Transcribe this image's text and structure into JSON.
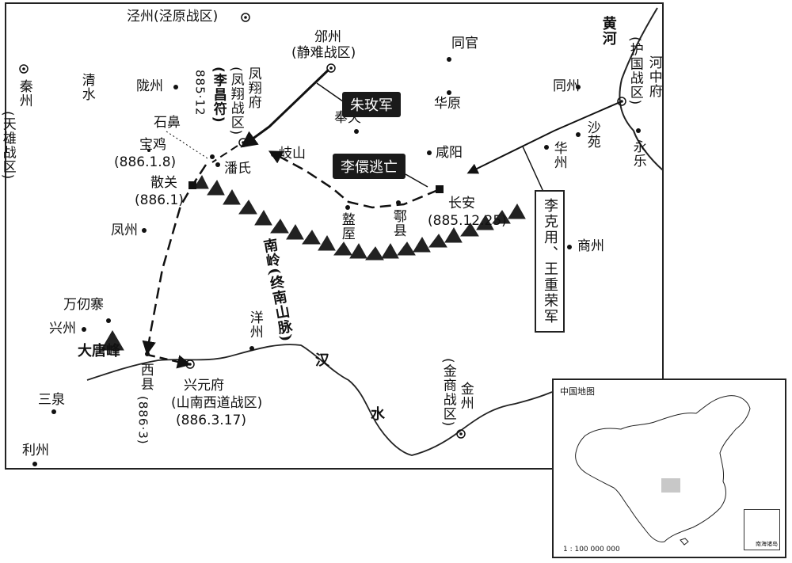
{
  "places": {
    "jingzhou": "泾州(泾原战区)",
    "binzhou_a": "邠州",
    "binzhou_b": "(静难战区)",
    "tongguan": "同官",
    "huayuan": "华原",
    "fengtian": "奉天",
    "xianyang": "咸阳",
    "qishan": "岐山",
    "tongzhou": "同州",
    "shayuan": "沙苑",
    "huazhou": "华州",
    "yongle": "永乐",
    "hezhong": "河中府",
    "huguo": "(护国战区)",
    "fengxiang": "凤翔府",
    "fengxiang_zone": "(凤翔战区)",
    "li_changfu": "(李昌符)",
    "li_changfu_date": "885·12",
    "longzhou": "陇州",
    "qingshui": "清水",
    "qinzhou": "秦州",
    "tianxiong": "(天雄战区)",
    "shibi": "石鼻",
    "baoji": "宝鸡",
    "baoji_date": "(886.1.8)",
    "panshi": "潘氏",
    "sanguan": "散关",
    "sanguan_date": "(886.1)",
    "changan": "长安",
    "changan_date": "(885.12.25)",
    "zhouzhi": "盩厔",
    "huxian": "鄠县",
    "fengzhou": "凤州",
    "shangzhou": "商州",
    "wanrenzhai": "万仞寨",
    "xingzhou": "兴州",
    "datangfeng": "大唐峰",
    "sanquan": "三泉",
    "lizhou": "利州",
    "xixian": "西县",
    "xixian_date": "(886·3)",
    "xingyuan": "兴元府",
    "xingyuan_zone": "(山南西道战区)",
    "xingyuan_date": "(886.3.17)",
    "yangzhou": "洋州",
    "jinzhou": "金州",
    "jinshang": "(金商战区)",
    "huanghe": "黄河",
    "hanshui_a": "汉",
    "hanshui_b": "水",
    "qinling": "南岭(终南山脉)"
  },
  "labels": {
    "zhu_mei": "朱玫军",
    "li_xuan": "李儇逃亡",
    "li_wang": "李克用、王重荣军"
  },
  "inset": {
    "title": "中国地图",
    "scale": "1 : 100 000 000",
    "sea_islands": "南海诸岛"
  }
}
